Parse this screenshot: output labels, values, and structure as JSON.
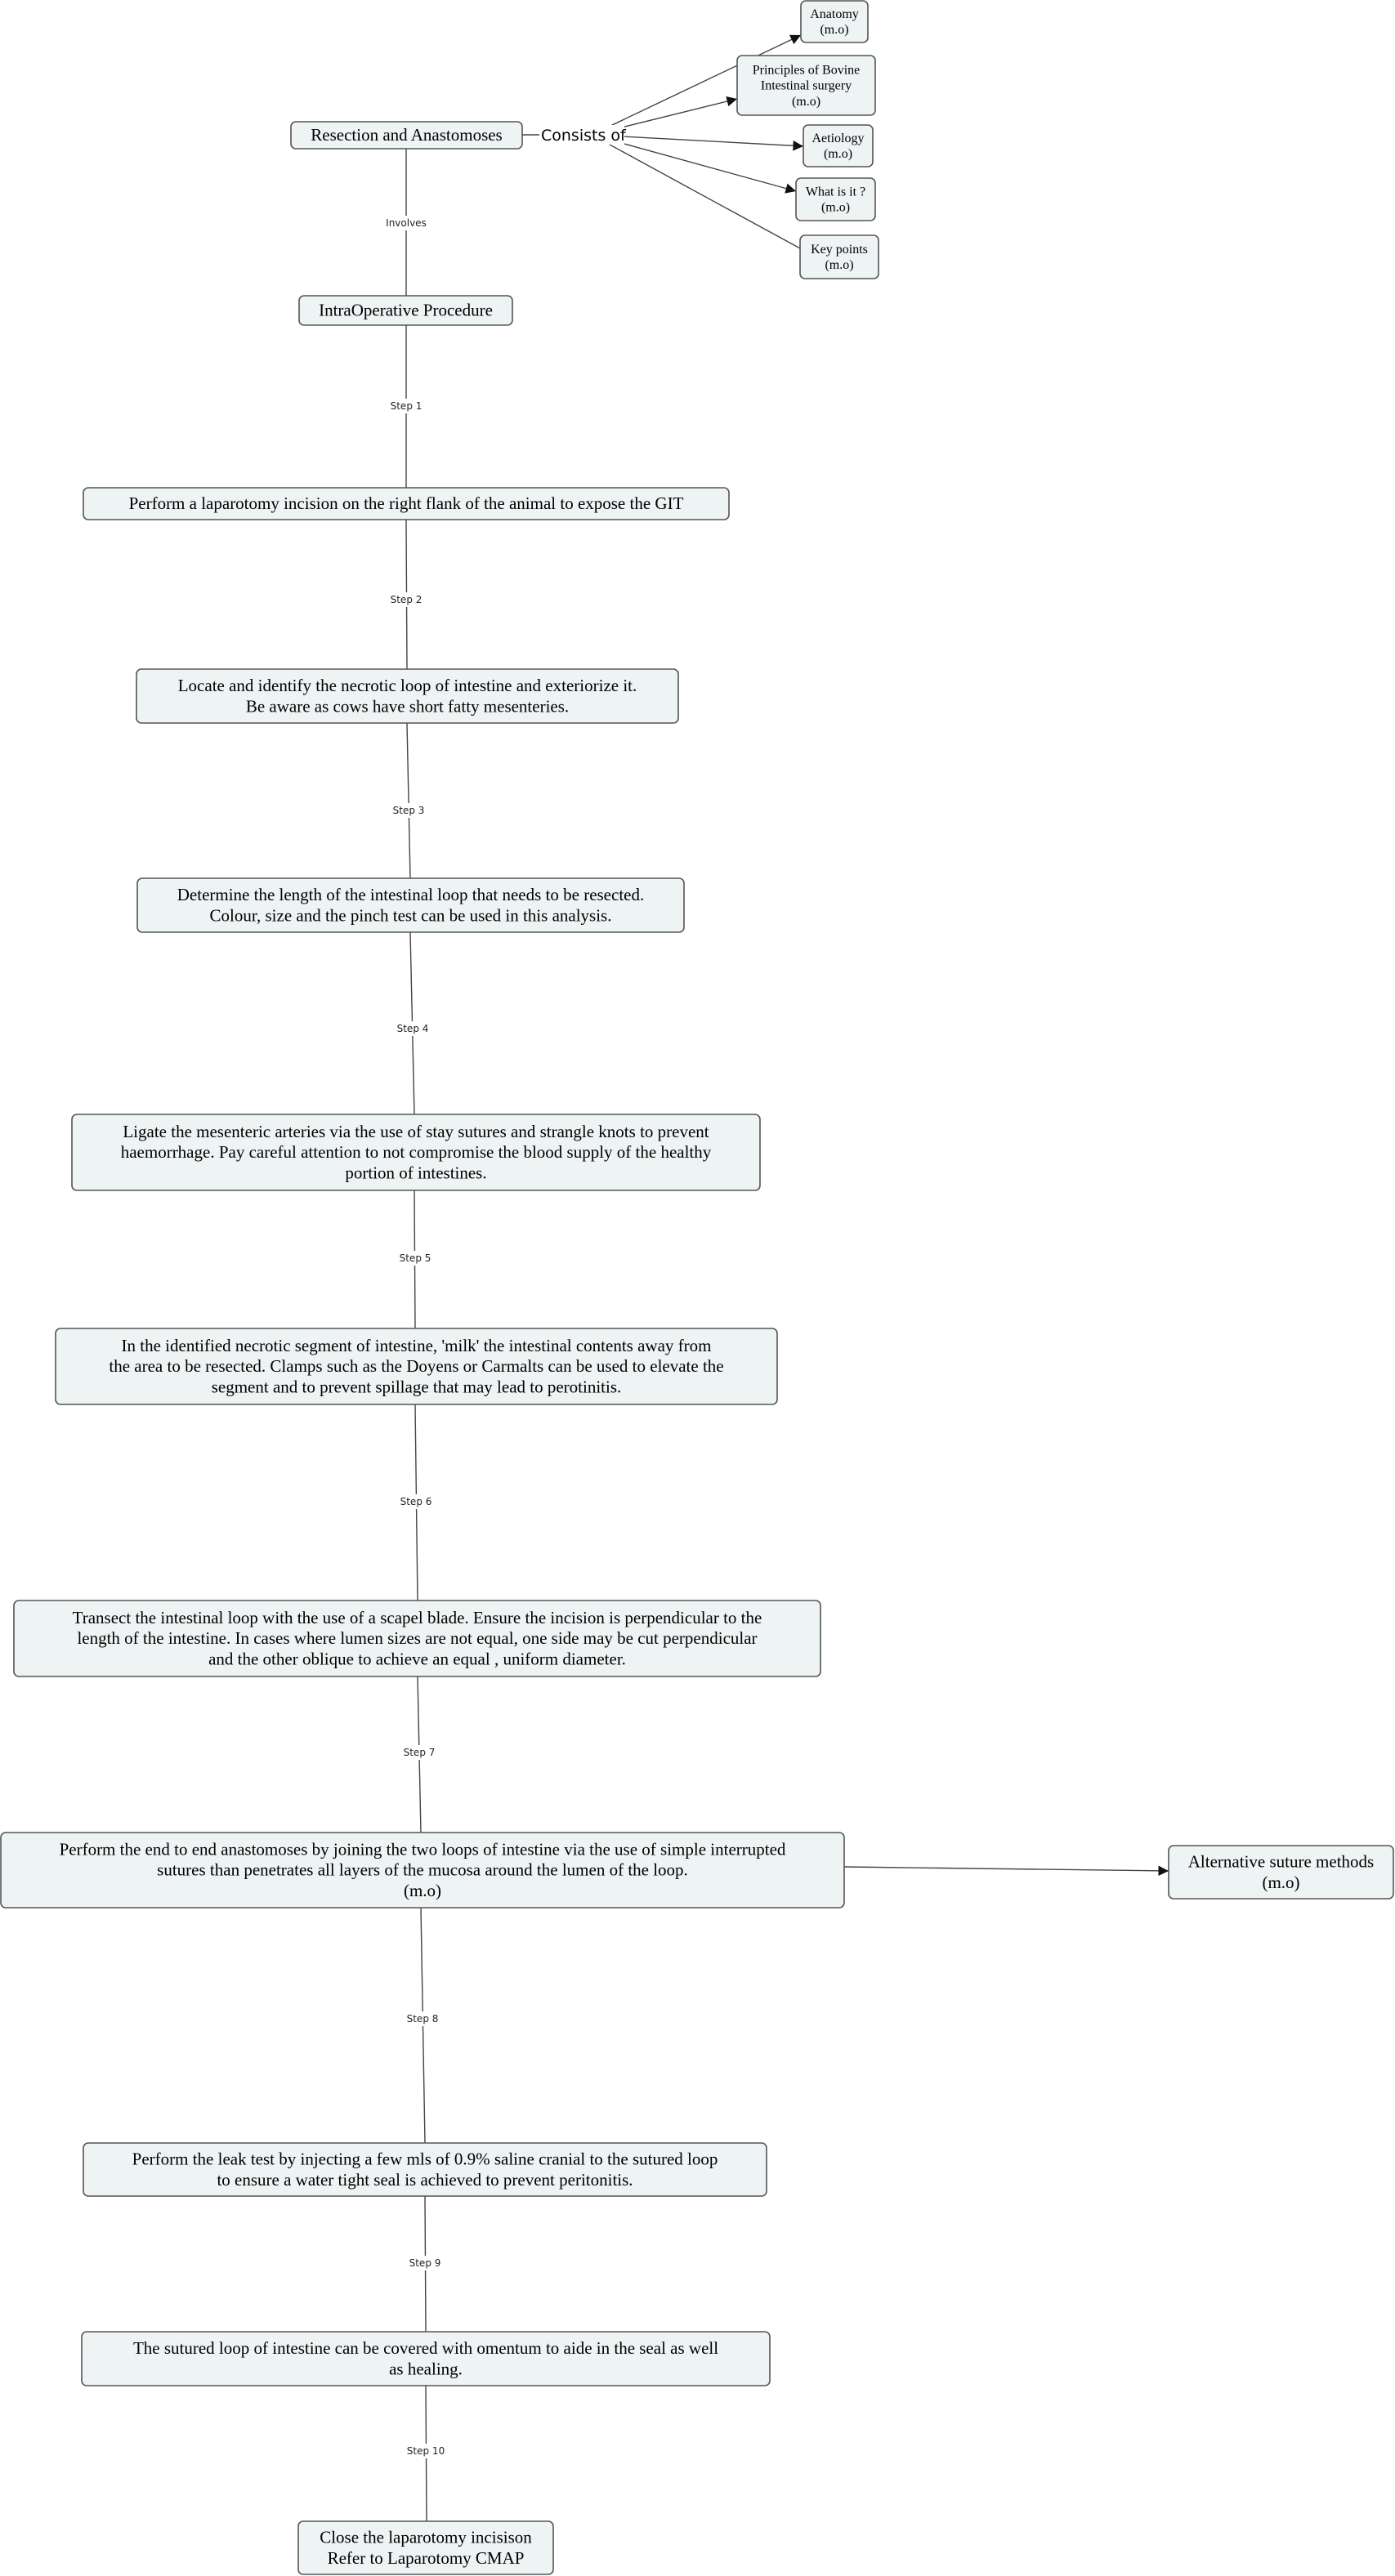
{
  "nodes": {
    "resection": {
      "lines": [
        "Resection and Anastomoses"
      ]
    },
    "anatomy": {
      "lines": [
        "Anatomy",
        "(m.o)"
      ]
    },
    "principles": {
      "lines": [
        "Principles of Bovine",
        "Intestinal surgery",
        "(m.o)"
      ]
    },
    "aetiology": {
      "lines": [
        "Aetiology",
        "(m.o)"
      ]
    },
    "what_is_it": {
      "lines": [
        "What is it ?",
        "(m.o)"
      ]
    },
    "key_points": {
      "lines": [
        "Key points",
        "(m.o)"
      ]
    },
    "intraop": {
      "lines": [
        "IntraOperative Procedure"
      ]
    },
    "step1": {
      "lines": [
        "Perform a laparotomy incision on the right flank of the animal to expose the GIT"
      ]
    },
    "step2": {
      "lines": [
        "Locate and identify the necrotic loop of intestine and exteriorize it.",
        "Be aware as cows have short fatty mesenteries."
      ]
    },
    "step3": {
      "lines": [
        "Determine the length of the intestinal loop that needs to be resected.",
        "Colour, size and the pinch test can be used in this analysis."
      ]
    },
    "step4": {
      "lines": [
        "Ligate the mesenteric arteries via the use of stay sutures and strangle knots to prevent",
        "haemorrhage. Pay careful attention to not compromise the blood supply of the healthy",
        "portion of intestines."
      ]
    },
    "step5": {
      "lines": [
        "In the identified necrotic segment of intestine, 'milk' the intestinal contents away from",
        "the area to be resected. Clamps such as the Doyens or Carmalts can be used to elevate the",
        "segment and to prevent spillage that may lead to perotinitis."
      ]
    },
    "step6": {
      "lines": [
        "Transect the intestinal loop with the use of a scapel blade. Ensure the incision is perpendicular to the",
        "length of the intestine. In cases where lumen sizes are not equal, one side may be cut perpendicular",
        "and the other oblique to achieve an equal , uniform diameter."
      ]
    },
    "step7": {
      "lines": [
        "Perform the end to end anastomoses by joining the two loops of intestine via the use of simple interrupted",
        "sutures than penetrates all layers of the mucosa around the lumen of the loop.",
        "(m.o)"
      ]
    },
    "alternative": {
      "lines": [
        "Alternative suture methods",
        "(m.o)"
      ]
    },
    "step8": {
      "lines": [
        "Perform the leak test by injecting a few mls of 0.9% saline cranial to the sutured loop",
        "to ensure a water tight seal is achieved to prevent peritonitis."
      ]
    },
    "step9": {
      "lines": [
        "The sutured loop of intestine can be covered with omentum to aide in the seal as well",
        "as healing."
      ]
    },
    "step10": {
      "lines": [
        "Close the laparotomy incisison",
        "Refer to Laparotomy CMAP"
      ]
    }
  },
  "edge_labels": {
    "consists_of": "Consists of",
    "involves": "Involves",
    "step1": "Step 1",
    "step2": "Step 2",
    "step3": "Step 3",
    "step4": "Step 4",
    "step5": "Step 5",
    "step6": "Step 6",
    "step7": "Step 7",
    "step8": "Step 8",
    "step9": "Step 9",
    "step10": "Step 10"
  }
}
